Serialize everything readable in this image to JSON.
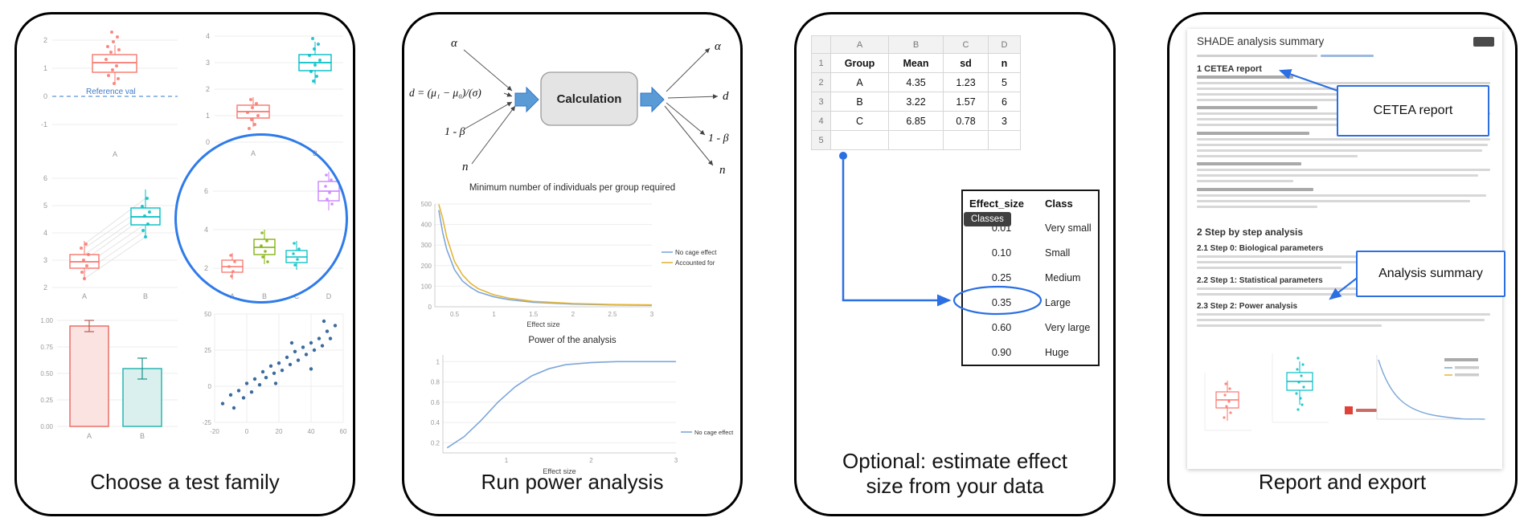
{
  "panel1": {
    "caption": "Choose a test family",
    "ref_plot": {
      "yticks": [
        "2",
        "1",
        "0",
        "-1"
      ],
      "xticks": [
        "A"
      ],
      "reference_label": "Reference val"
    },
    "two_group_plot": {
      "yticks": [
        "4",
        "3",
        "2",
        "1",
        "0"
      ],
      "xticks": [
        "A",
        "B"
      ]
    },
    "paired_plot": {
      "yticks": [
        "6",
        "5",
        "4",
        "3",
        "2"
      ],
      "xticks": [
        "A",
        "B"
      ]
    },
    "four_group_plot": {
      "yticks": [
        "6",
        "4",
        "2"
      ],
      "xticks": [
        "A",
        "B",
        "C",
        "D"
      ]
    },
    "bar_plot": {
      "yticks": [
        "1.00",
        "0.75",
        "0.50",
        "0.25",
        "0.00"
      ],
      "xticks": [
        "A",
        "B"
      ],
      "values": [
        0.95,
        0.55
      ]
    },
    "scatter_plot": {
      "yticks": [
        "50",
        "25",
        "0",
        "-25"
      ],
      "xticks": [
        "-20",
        "0",
        "20",
        "40",
        "60"
      ],
      "points": [
        [
          -15,
          -12
        ],
        [
          -10,
          -6
        ],
        [
          -8,
          -15
        ],
        [
          -5,
          -3
        ],
        [
          -2,
          -8
        ],
        [
          0,
          2
        ],
        [
          3,
          -4
        ],
        [
          5,
          5
        ],
        [
          8,
          1
        ],
        [
          10,
          10
        ],
        [
          12,
          6
        ],
        [
          15,
          14
        ],
        [
          17,
          9
        ],
        [
          20,
          16
        ],
        [
          22,
          11
        ],
        [
          25,
          20
        ],
        [
          27,
          15
        ],
        [
          30,
          24
        ],
        [
          32,
          18
        ],
        [
          35,
          27
        ],
        [
          37,
          22
        ],
        [
          40,
          30
        ],
        [
          42,
          25
        ],
        [
          45,
          33
        ],
        [
          47,
          28
        ],
        [
          50,
          38
        ],
        [
          52,
          33
        ],
        [
          55,
          42
        ],
        [
          40,
          12
        ],
        [
          28,
          30
        ],
        [
          18,
          2
        ],
        [
          48,
          45
        ]
      ]
    }
  },
  "panel2": {
    "caption": "Run power analysis",
    "diagram": {
      "input_alpha": "α",
      "formula": "d = (μ₁ − μ₀)/(σ)",
      "input_beta": "1 - β",
      "input_n": "n",
      "box_label": "Calculation",
      "output_alpha": "α",
      "output_d": "d",
      "output_beta": "1 - β",
      "output_n": "n"
    },
    "sample_size_chart": {
      "title": "Minimum number of individuals per group required",
      "yticks": [
        "500",
        "400",
        "300",
        "200",
        "100",
        "0"
      ],
      "xticks": [
        "0.5",
        "1",
        "1.5",
        "2",
        "2.5",
        "3"
      ],
      "xlabel": "Effect size",
      "legend": [
        "No cage effect",
        "Accounted for"
      ],
      "series": [
        {
          "name": "No cage effect",
          "color": "#7da7d9",
          "x": [
            0.3,
            0.35,
            0.4,
            0.5,
            0.6,
            0.7,
            0.8,
            1,
            1.2,
            1.5,
            2,
            2.5,
            3
          ],
          "y": [
            470,
            360,
            280,
            180,
            125,
            95,
            72,
            48,
            34,
            22,
            13,
            9,
            7
          ]
        },
        {
          "name": "Accounted for",
          "color": "#e3b53a",
          "x": [
            0.3,
            0.35,
            0.4,
            0.5,
            0.6,
            0.7,
            0.8,
            1,
            1.2,
            1.5,
            2,
            2.5,
            3
          ],
          "y": [
            498,
            430,
            340,
            220,
            155,
            115,
            88,
            58,
            41,
            26,
            16,
            11,
            9
          ]
        }
      ]
    },
    "power_chart": {
      "title": "Power of the analysis",
      "yticks": [
        "1",
        "0.8",
        "0.6",
        "0.4",
        "0.2"
      ],
      "xticks": [
        "1",
        "2",
        "3"
      ],
      "xlabel": "Effect size",
      "legend": [
        "No cage effect"
      ],
      "series": [
        {
          "name": "No cage effect",
          "color": "#7da7d9",
          "x": [
            0.3,
            0.5,
            0.7,
            0.9,
            1.1,
            1.3,
            1.5,
            1.7,
            2,
            2.3,
            2.6,
            3
          ],
          "y": [
            0.15,
            0.26,
            0.42,
            0.6,
            0.75,
            0.86,
            0.93,
            0.97,
            0.99,
            1,
            1,
            1
          ]
        }
      ]
    }
  },
  "panel3": {
    "caption_line1": "Optional: estimate effect",
    "caption_line2": "size from your data",
    "spreadsheet": {
      "col_headers": [
        "A",
        "B",
        "C",
        "D"
      ],
      "row_numbers": [
        "1",
        "2",
        "3",
        "4",
        "5"
      ],
      "header_row": [
        "Group",
        "Mean",
        "sd",
        "n"
      ],
      "rows": [
        [
          "A",
          "4.35",
          "1.23",
          "5"
        ],
        [
          "B",
          "3.22",
          "1.57",
          "6"
        ],
        [
          "C",
          "6.85",
          "0.78",
          "3"
        ]
      ]
    },
    "tooltip": "Classes",
    "effect_table": {
      "headers": [
        "Effect_size",
        "Class"
      ],
      "rows": [
        [
          "0.01",
          "Very small"
        ],
        [
          "0.10",
          "Small"
        ],
        [
          "0.25",
          "Medium"
        ],
        [
          "0.35",
          "Large"
        ],
        [
          "0.60",
          "Very large"
        ],
        [
          "0.90",
          "Huge"
        ]
      ]
    }
  },
  "panel4": {
    "caption": "Report and export",
    "document": {
      "title": "SHADE analysis summary",
      "heading1": "1 CETEA report",
      "heading2": "2 Step by step analysis",
      "heading2_1": "2.1 Step 0: Biological parameters",
      "heading2_2": "2.2 Step 1: Statistical parameters",
      "heading2_3": "2.3 Step 2: Power analysis"
    },
    "callouts": [
      "CETEA report",
      "Analysis summary"
    ]
  },
  "colors": {
    "accent_blue": "#2b6fe3",
    "red": "#F8766D",
    "teal": "#00BFC4",
    "green": "#7CAE00",
    "purple": "#C77CFF",
    "line_blue": "#7da7d9",
    "line_orange": "#e3b53a"
  }
}
